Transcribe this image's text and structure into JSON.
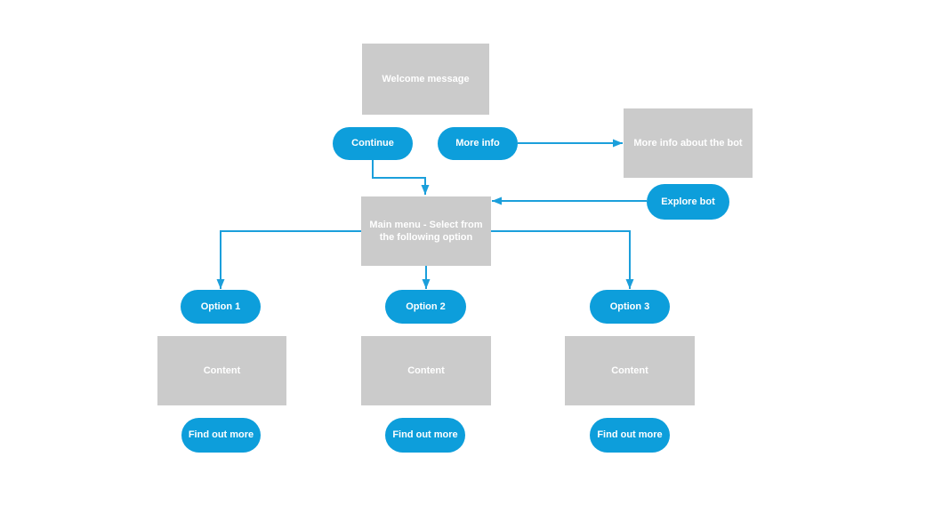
{
  "diagram": {
    "description": "Chatbot conversation flow diagram",
    "colors": {
      "node_blue": "#0d9edb",
      "node_gray": "#cbcbcb",
      "connector": "#1b9fdb",
      "text": "#ffffff",
      "background": "#ffffff"
    },
    "nodes": {
      "welcome": {
        "label": "Welcome message",
        "type": "message-box"
      },
      "continue_btn": {
        "label": "Continue",
        "type": "button-pill"
      },
      "more_info": {
        "label": "More info",
        "type": "button-pill"
      },
      "more_info_box": {
        "label": "More info about the bot",
        "type": "message-box"
      },
      "explore_bot": {
        "label": "Explore bot",
        "type": "button-pill"
      },
      "main_menu": {
        "label": "Main menu - Select from the following option",
        "type": "message-box"
      },
      "option1": {
        "label": "Option 1",
        "type": "button-pill"
      },
      "option2": {
        "label": "Option 2",
        "type": "button-pill"
      },
      "option3": {
        "label": "Option 3",
        "type": "button-pill"
      },
      "content1": {
        "label": "Content",
        "type": "message-box"
      },
      "content2": {
        "label": "Content",
        "type": "message-box"
      },
      "content3": {
        "label": "Content",
        "type": "message-box"
      },
      "find_out_more1": {
        "label": "Find out more",
        "type": "button-pill"
      },
      "find_out_more2": {
        "label": "Find out more",
        "type": "button-pill"
      },
      "find_out_more3": {
        "label": "Find out more",
        "type": "button-pill"
      }
    },
    "edges": [
      {
        "from": "continue_btn",
        "to": "main_menu"
      },
      {
        "from": "more_info",
        "to": "more_info_box"
      },
      {
        "from": "explore_bot",
        "to": "main_menu"
      },
      {
        "from": "main_menu",
        "to": "option1"
      },
      {
        "from": "main_menu",
        "to": "option2"
      },
      {
        "from": "main_menu",
        "to": "option3"
      }
    ]
  }
}
